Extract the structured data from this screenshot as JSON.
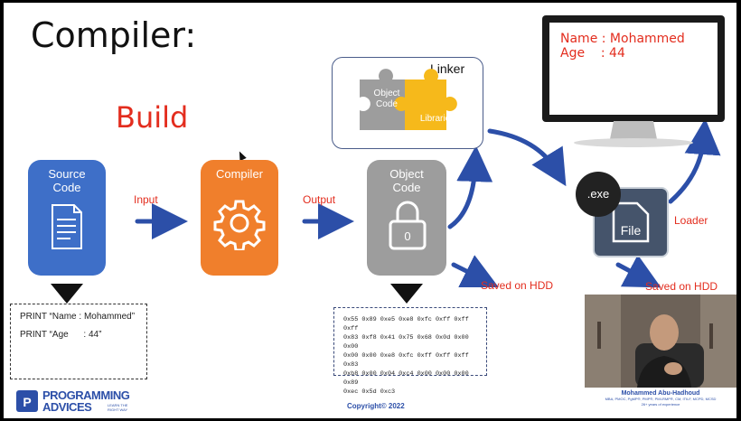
{
  "slide": {
    "title": "Compiler:",
    "build_label": "Build",
    "blocks": {
      "source": [
        "Source",
        "Code"
      ],
      "compiler": "Compiler",
      "object": [
        "Object",
        "Code"
      ]
    },
    "arrows": {
      "input": "Input",
      "output": "Output",
      "saved_hdd_1": "Saved on HDD",
      "saved_hdd_2": "Saved on HDD",
      "loader": "Loader"
    },
    "linker": {
      "title": "Linker",
      "piece_object": [
        "Object",
        "Code"
      ],
      "piece_libraries": "Libraries"
    },
    "source_code": [
      "PRINT “Name : Mohammed”",
      "PRINT “Age      : 44”"
    ],
    "object_code": [
      "0x55 0x89 0xe5 0xe8 0xfc 0xff 0xff 0xff",
      "0x83 0xf8 0x41 0x75 0x68 0x0d 0x00 0x00",
      "0x00 0x00 0xe8 0xfc 0xff 0xff 0xff 0x83",
      "0xb8 0x00 0x04 0xc4 0x00 0x00 0x00 0x89",
      "0xec 0x5d 0xc3"
    ],
    "monitor": [
      "Name : Mohammed",
      "Age    : 44"
    ],
    "file": {
      "badge": ".exe",
      "label": "File"
    },
    "presenter": {
      "name": "Mohammed Abu-Hadhoud",
      "credentials": "MBA, PMOC, PgMP®, PMP®, PMI-RMP®, CM, ITILF, MCPD, MCSD",
      "experience": "26+ years of experience"
    },
    "brand": {
      "line1": "PROGRAMMING",
      "line2": "ADVICES",
      "tagline": "LEARN THE RIGHT WAY"
    },
    "copyright": "Copyright© 2022"
  },
  "colors": {
    "accent_red": "#e32d1e",
    "source_block": "#3e6fc8",
    "compiler_block": "#f07f2c",
    "object_block": "#9d9d9d",
    "arrow_blue": "#2c4fa8",
    "puzzle_yellow": "#f6b91b",
    "puzzle_gray": "#9d9d9d",
    "file_block": "#45546b"
  }
}
